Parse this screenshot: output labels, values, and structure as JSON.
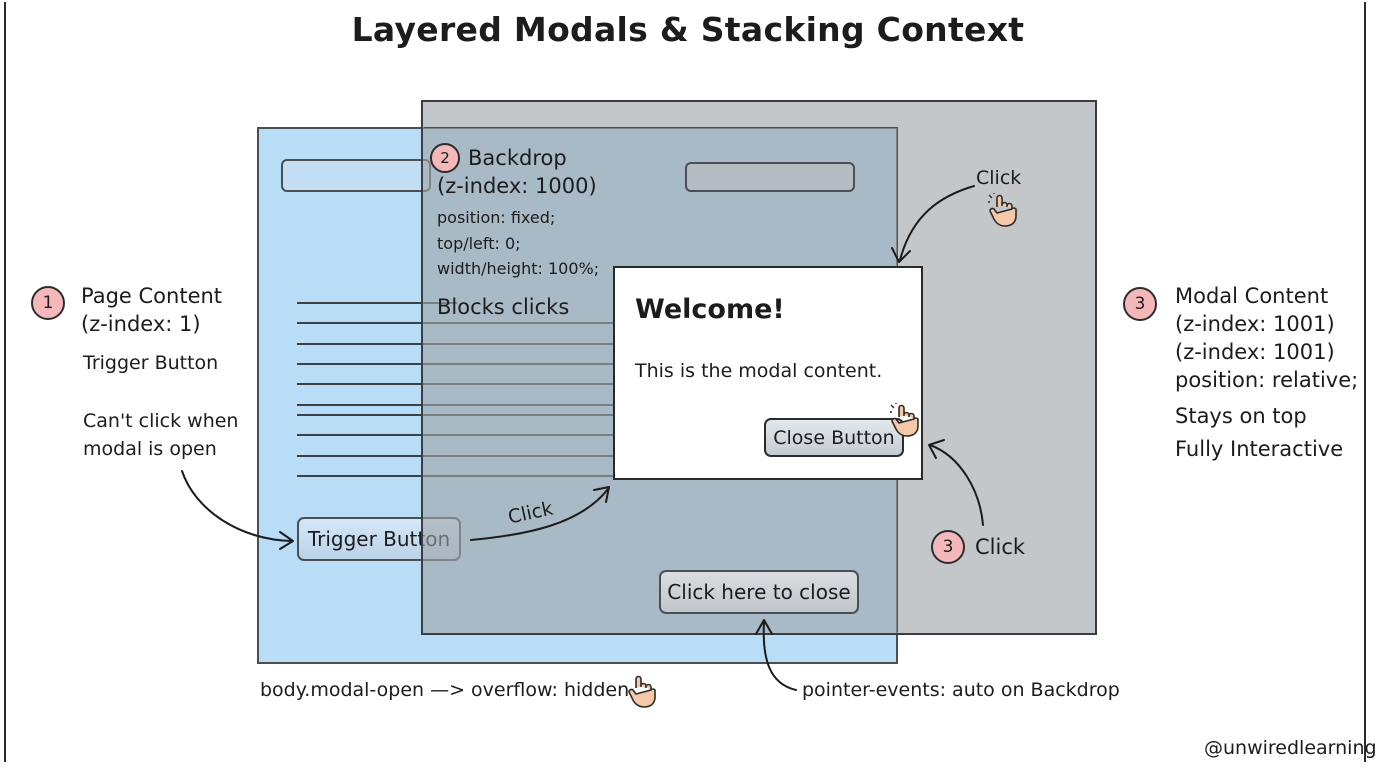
{
  "title": "Layered Modals & Stacking Context",
  "page_content": {
    "number": "1",
    "title": "Page Content",
    "zindex": "(z-index: 1)",
    "trigger_note": "Trigger Button",
    "cant_click": [
      "Can't click when",
      "modal is open"
    ],
    "trigger_button": "Trigger Button"
  },
  "backdrop": {
    "number": "2",
    "title": "Backdrop",
    "zindex": "(z-index: 1000)",
    "css_lines": [
      "position: fixed;",
      "top/left: 0;",
      "width/height: 100%;"
    ],
    "blocks": "Blocks clicks",
    "close_button": "Click here to close"
  },
  "modal": {
    "title": "Welcome!",
    "text": "This is the modal content.",
    "close_button": "Close Button"
  },
  "modal_content": {
    "number": "3",
    "lines": [
      "Modal Content",
      "(z-index: 1001)",
      "(z-index: 1001)",
      "position: relative;"
    ],
    "stays": "Stays on top",
    "interactive": "Fully Interactive"
  },
  "clicks": {
    "top": "Click",
    "trigger": "Click",
    "bottom_number": "3",
    "bottom": "Click"
  },
  "footer": {
    "overflow": "body.modal-open —> overflow: hidden",
    "pointer": "pointer-events: auto on Backdrop",
    "credit": "@unwiredlearning"
  },
  "colors": {
    "page": "#b9dcf7",
    "backdrop": "#a0a4aa",
    "badge": "#f4b8ba",
    "modal": "#ffffff"
  },
  "icons": [
    "hand-pointer-icon",
    "arrow-icon"
  ]
}
